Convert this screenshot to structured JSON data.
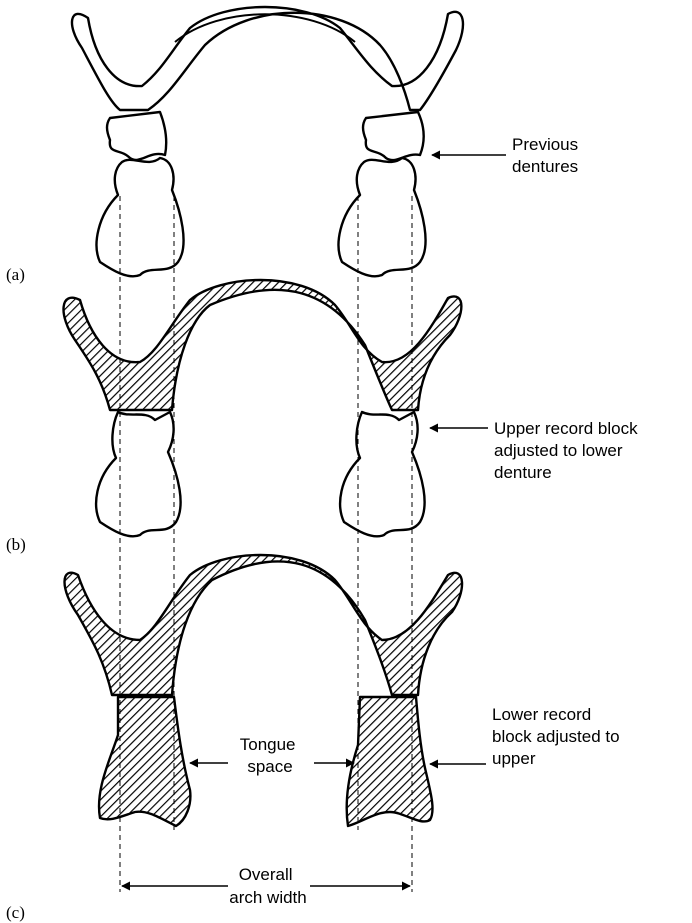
{
  "panels": {
    "a": "(a)",
    "b": "(b)",
    "c": "(c)"
  },
  "labels": {
    "previous_dentures": [
      "Previous",
      "dentures"
    ],
    "upper_record_block": [
      "Upper record block",
      "adjusted to lower",
      "denture"
    ],
    "lower_record_block": [
      "Lower record",
      "block adjusted to",
      "upper"
    ],
    "tongue_space": [
      "Tongue",
      "space"
    ],
    "overall_arch_width": [
      "Overall",
      "arch width"
    ]
  },
  "colors": {
    "line": "#000000",
    "background": "#ffffff"
  }
}
